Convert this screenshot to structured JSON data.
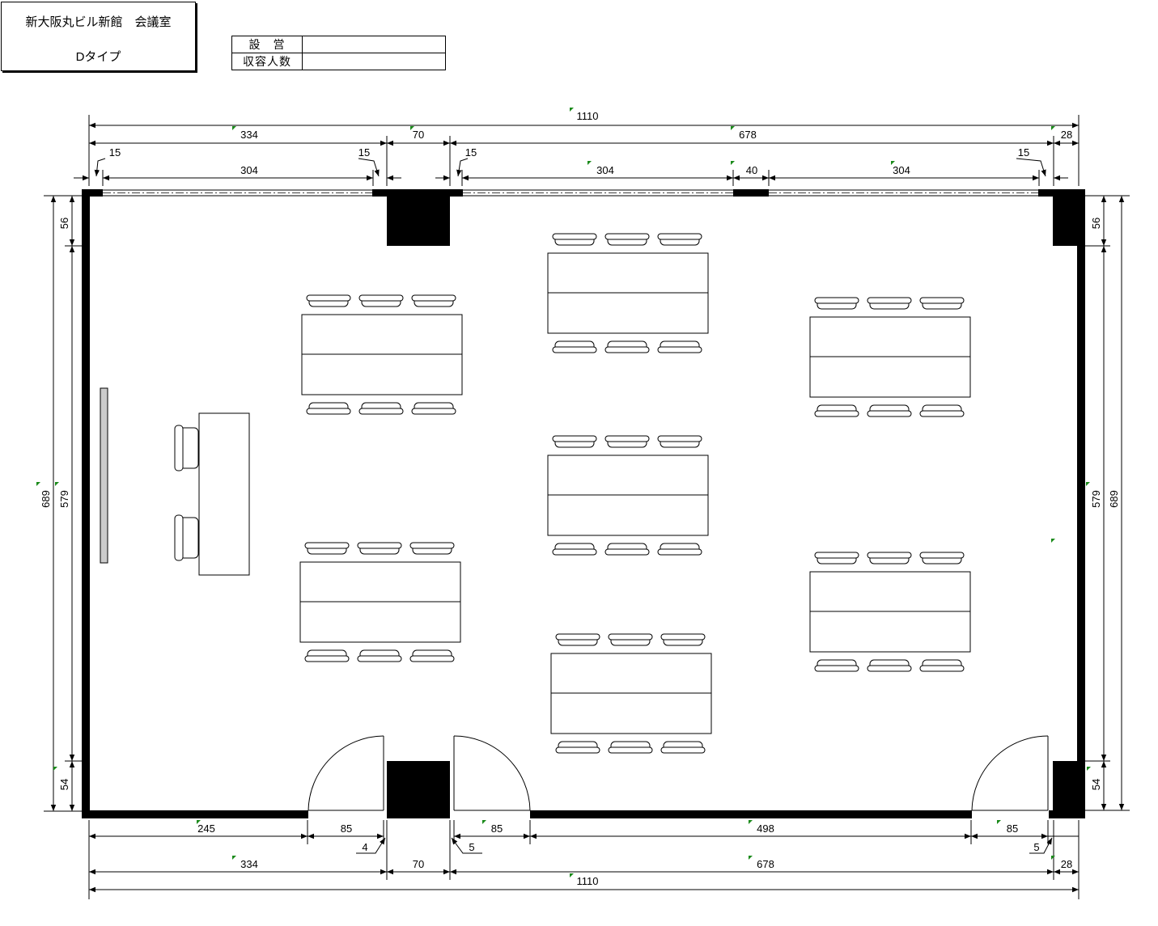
{
  "title": {
    "line1": "新大阪丸ビル新館　会議室",
    "line2": "Dタイプ"
  },
  "info": {
    "rows": [
      {
        "label": "設　営",
        "value": ""
      },
      {
        "label": "収容人数",
        "value": ""
      }
    ]
  },
  "dimensions": {
    "top_overall": "1110",
    "top_left_section": "334",
    "top_gap": "70",
    "top_right_section": "678",
    "top_end": "28",
    "window_inset_1": "15",
    "window_left": "304",
    "window_inset_2": "15",
    "window_inset_3": "15",
    "window_mid": "304",
    "pillar_40": "40",
    "window_right": "304",
    "window_inset_4": "15",
    "left_overall": "689",
    "left_mid": "579",
    "left_top": "56",
    "left_bottom": "54",
    "right_overall": "689",
    "right_mid": "579",
    "right_top": "56",
    "right_bottom": "54",
    "bottom_245": "245",
    "bottom_door1": "85",
    "bottom_4": "4",
    "bottom_door2": "85",
    "bottom_5a": "5",
    "bottom_498": "498",
    "bottom_door3": "85",
    "bottom_5b": "5",
    "bottom_left_section": "334",
    "bottom_gap": "70",
    "bottom_right_section": "678",
    "bottom_end": "28",
    "bottom_overall": "1110"
  },
  "colors": {
    "wall": "#000000",
    "whiteboard": "#cccccc",
    "marker": "#1a8a1a"
  }
}
